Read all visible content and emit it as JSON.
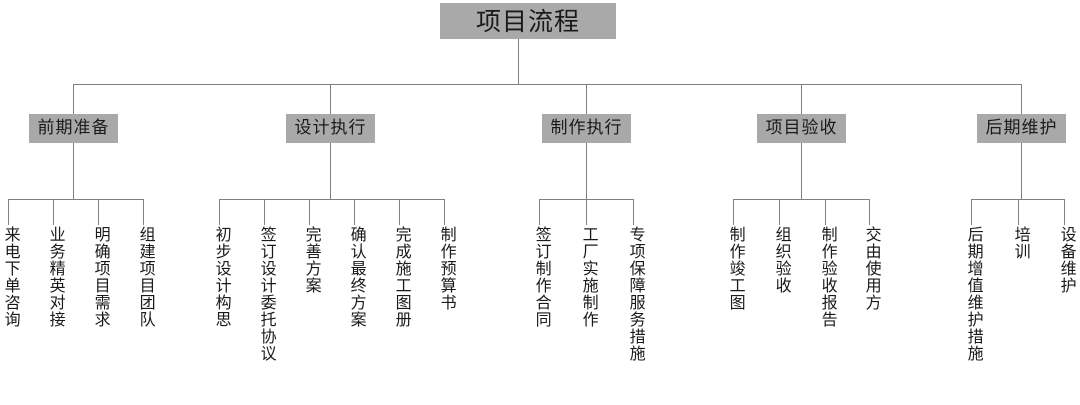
{
  "diagram": {
    "title": "项目流程",
    "type": "org-tree",
    "orientation": "top-down",
    "node_fill": "#a9a9a9",
    "line_color": "#808080",
    "text_color": "#1a1a1a",
    "root": {
      "label": "项目流程"
    },
    "branches": [
      {
        "label": "前期准备",
        "leaves": [
          "来电下单咨询",
          "业务精英对接",
          "明确项目需求",
          "组建项目团队"
        ]
      },
      {
        "label": "设计执行",
        "leaves": [
          "初步设计构思",
          "签订设计委托协议",
          "完善方案",
          "确认最终方案",
          "完成施工图册",
          "制作预算书"
        ]
      },
      {
        "label": "制作执行",
        "leaves": [
          "签订制作合同",
          "工厂实施制作",
          "专项保障服务措施"
        ]
      },
      {
        "label": "项目验收",
        "leaves": [
          "制作竣工图",
          "组织验收",
          "制作验收报告",
          "交由使用方"
        ]
      },
      {
        "label": "后期维护",
        "leaves": [
          "后期增值维护措施",
          "培训",
          "设备维护"
        ]
      }
    ]
  }
}
